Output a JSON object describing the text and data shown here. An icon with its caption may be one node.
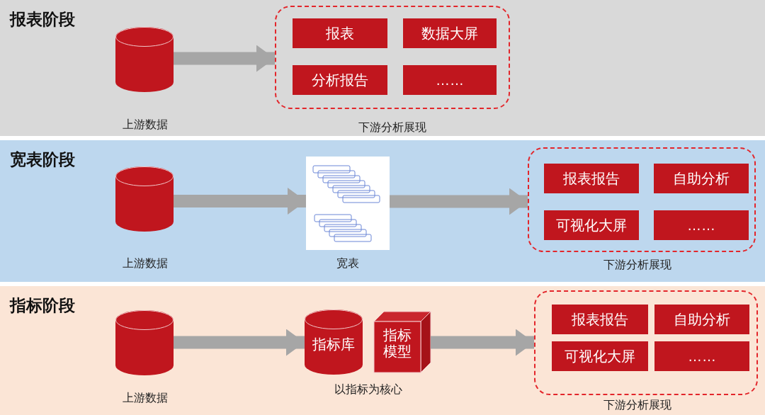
{
  "diagram": {
    "nodes": [
      {
        "text": [
          "报表阶段"
        ]
      },
      {
        "text": [],
        "shape": "cylinder",
        "beside": [
          "上游数据"
        ],
        "in": 0
      },
      {
        "text": [],
        "shape": "box",
        "beside": [
          "下游分析展现"
        ],
        "in": 0
      },
      {
        "text": [
          "报表"
        ],
        "in": 2
      },
      {
        "text": [
          "数据大屏"
        ],
        "in": 2
      },
      {
        "text": [
          "分析报告"
        ],
        "in": 2
      },
      {
        "text": [
          "……"
        ],
        "in": 2
      },
      {
        "text": [
          "宽表阶段"
        ]
      },
      {
        "text": [],
        "shape": "cylinder",
        "beside": [
          "上游数据"
        ],
        "in": 7
      },
      {
        "text": [],
        "shape": "picture",
        "beside": [
          "宽表"
        ],
        "in": 7
      },
      {
        "text": [],
        "shape": "box",
        "beside": [
          "下游分析展现"
        ],
        "in": 7
      },
      {
        "text": [
          "报表报告"
        ],
        "in": 10
      },
      {
        "text": [
          "自助分析"
        ],
        "in": 10
      },
      {
        "text": [
          "可视化大屏"
        ],
        "in": 10
      },
      {
        "text": [
          "……"
        ],
        "in": 10
      },
      {
        "text": [
          "指标阶段"
        ]
      },
      {
        "text": [],
        "shape": "cylinder",
        "beside": [
          "上游数据"
        ],
        "in": 15
      },
      {
        "text": [
          "指标库"
        ],
        "in": 15
      },
      {
        "text": [
          "指标模型"
        ],
        "in": 15
      },
      {
        "text": [],
        "shape": "box",
        "beside": [
          "下游分析展现"
        ],
        "in": 15
      },
      {
        "text": [
          "报表报告"
        ],
        "in": 19
      },
      {
        "text": [
          "自助分析"
        ],
        "in": 19
      },
      {
        "text": [
          "可视化大屏"
        ],
        "in": 19
      },
      {
        "text": [
          "……"
        ],
        "in": 19
      }
    ],
    "edges": [
      {
        "from": 1,
        "to": 2,
        "arrow": "to"
      },
      {
        "from": 8,
        "to": 9,
        "arrow": "to"
      },
      {
        "from": 9,
        "to": 10,
        "arrow": "to"
      },
      {
        "from": 16,
        "to": 17,
        "arrow": "to"
      },
      {
        "from": 18,
        "to": 19,
        "arrow": "to"
      }
    ],
    "labels": [
      "以指标为核心"
    ]
  }
}
